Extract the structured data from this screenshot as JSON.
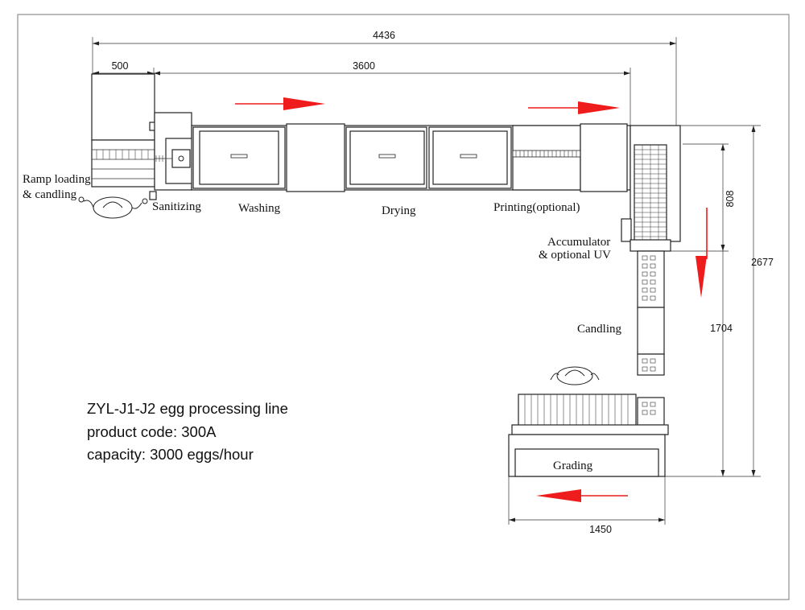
{
  "dimensions": {
    "total_length": "4436",
    "loading_section": "500",
    "main_line": "3600",
    "accumulator_offset": "808",
    "total_height": "2677",
    "vertical_line": "1704",
    "grading_width": "1450"
  },
  "stations": {
    "ramp_loading": [
      "Ramp loading",
      "& candling"
    ],
    "sanitizing": "Sanitizing",
    "washing": "Washing",
    "drying": "Drying",
    "printing": "Printing(optional)",
    "accumulator": [
      "Accumulator",
      "& optional UV"
    ],
    "candling": "Candling",
    "grading": "Grading"
  },
  "info": {
    "model": "ZYL-J1-J2 egg processing line",
    "product_code": "product code: 300A",
    "capacity": "capacity: 3000 eggs/hour"
  },
  "colors": {
    "flow_arrow": "#ee1c1c",
    "linework": "#222222"
  }
}
